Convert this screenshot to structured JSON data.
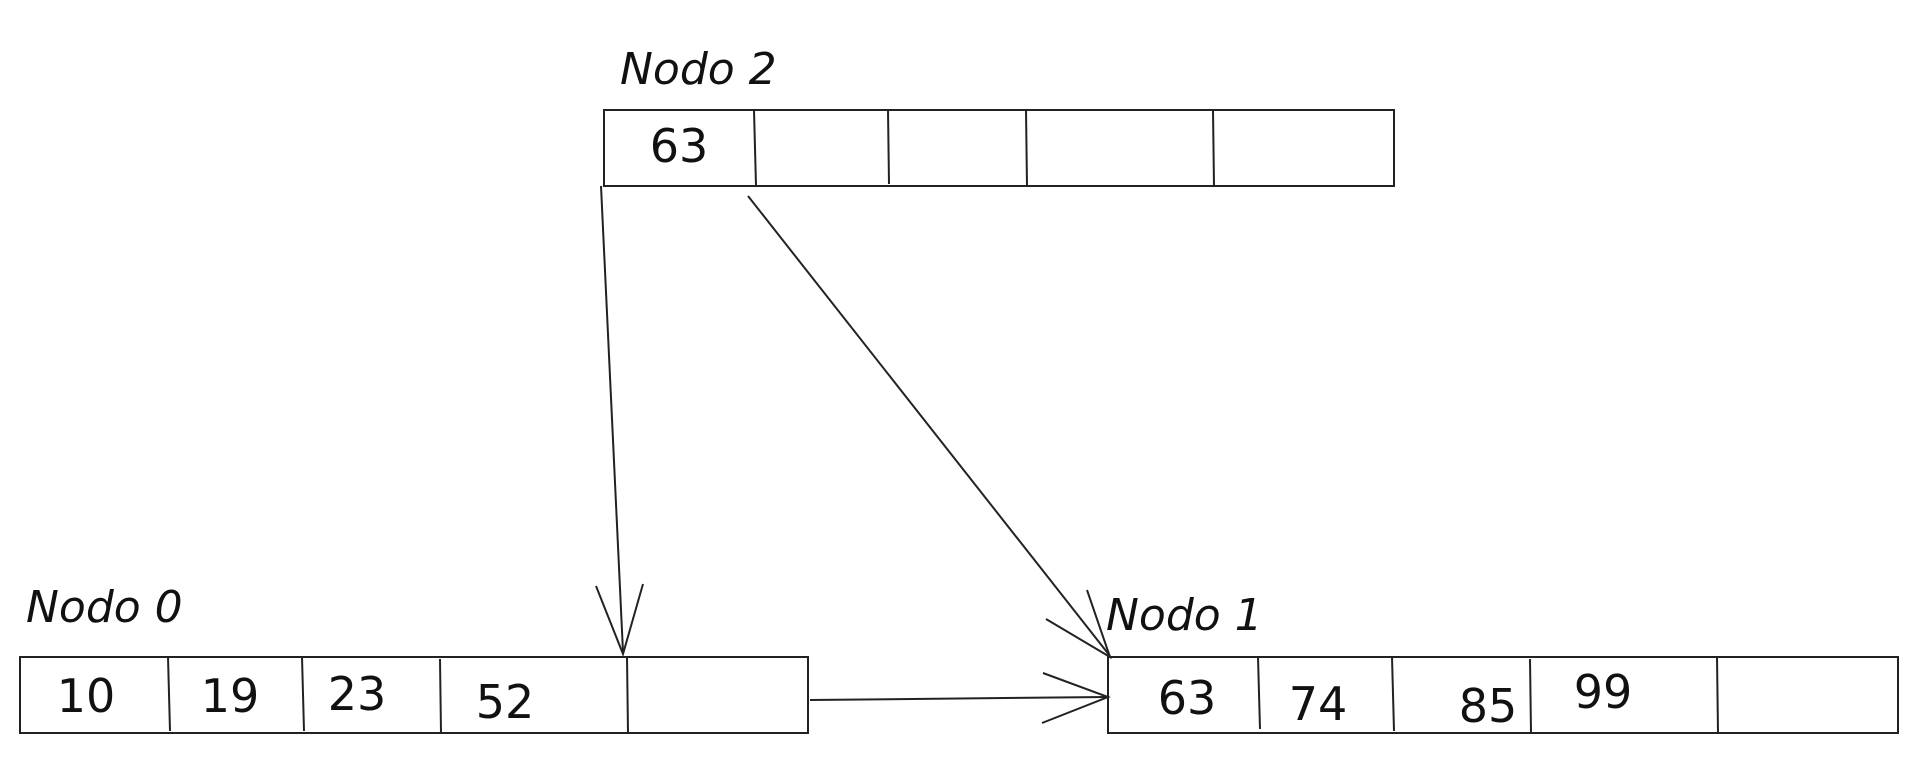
{
  "diagram": {
    "nodes": [
      {
        "id": "node-2",
        "title": "Nodo 2",
        "keys": [
          "63",
          "",
          "",
          "",
          ""
        ]
      },
      {
        "id": "node-0",
        "title": "Nodo 0",
        "keys": [
          "10",
          "19",
          "23",
          "52",
          ""
        ]
      },
      {
        "id": "node-1",
        "title": "Nodo 1",
        "keys": [
          "63",
          "74",
          "85",
          "99",
          ""
        ]
      }
    ],
    "edges": [
      {
        "from": "node-2",
        "to": "node-0"
      },
      {
        "from": "node-2",
        "to": "node-1"
      },
      {
        "from": "node-0",
        "to": "node-1"
      }
    ],
    "colors": {
      "stroke": "#222222",
      "text": "#111111",
      "background": "#ffffff"
    }
  }
}
